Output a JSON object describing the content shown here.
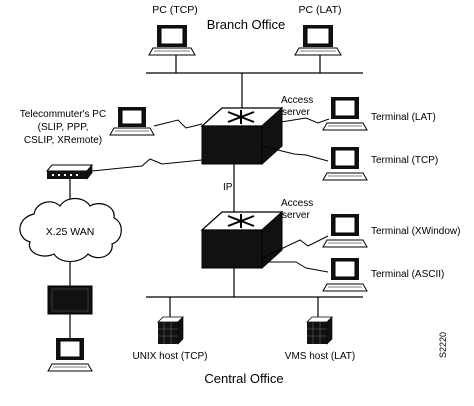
{
  "labels": {
    "branch_office": "Branch Office",
    "central_office": "Central Office",
    "pc_tcp": "PC (TCP)",
    "pc_lat": "PC (LAT)",
    "telecommuter_line1": "Telecommuter's PC",
    "telecommuter_line2": "(SLIP, PPP,",
    "telecommuter_line3": "CSLIP, XRemote)",
    "access_server_top_1": "Access",
    "access_server_top_2": "server",
    "access_server_bottom_1": "Access",
    "access_server_bottom_2": "server",
    "terminal_lat": "Terminal (LAT)",
    "terminal_tcp": "Terminal (TCP)",
    "terminal_xwindow": "Terminal (XWindow)",
    "terminal_ascii": "Terminal (ASCII)",
    "ip_link": "IP",
    "x25_wan": "X.25 WAN",
    "unix_host": "UNIX host (TCP)",
    "vms_host": "VMS host (LAT)",
    "figure_code": "S2220"
  },
  "colors": {
    "stroke": "#000000",
    "device_fill": "#111111",
    "background": "#ffffff"
  },
  "icons": [
    "pc-icon",
    "terminal-icon",
    "access-server-icon",
    "modem-icon",
    "wan-cloud-icon",
    "host-icon",
    "pad-icon"
  ]
}
